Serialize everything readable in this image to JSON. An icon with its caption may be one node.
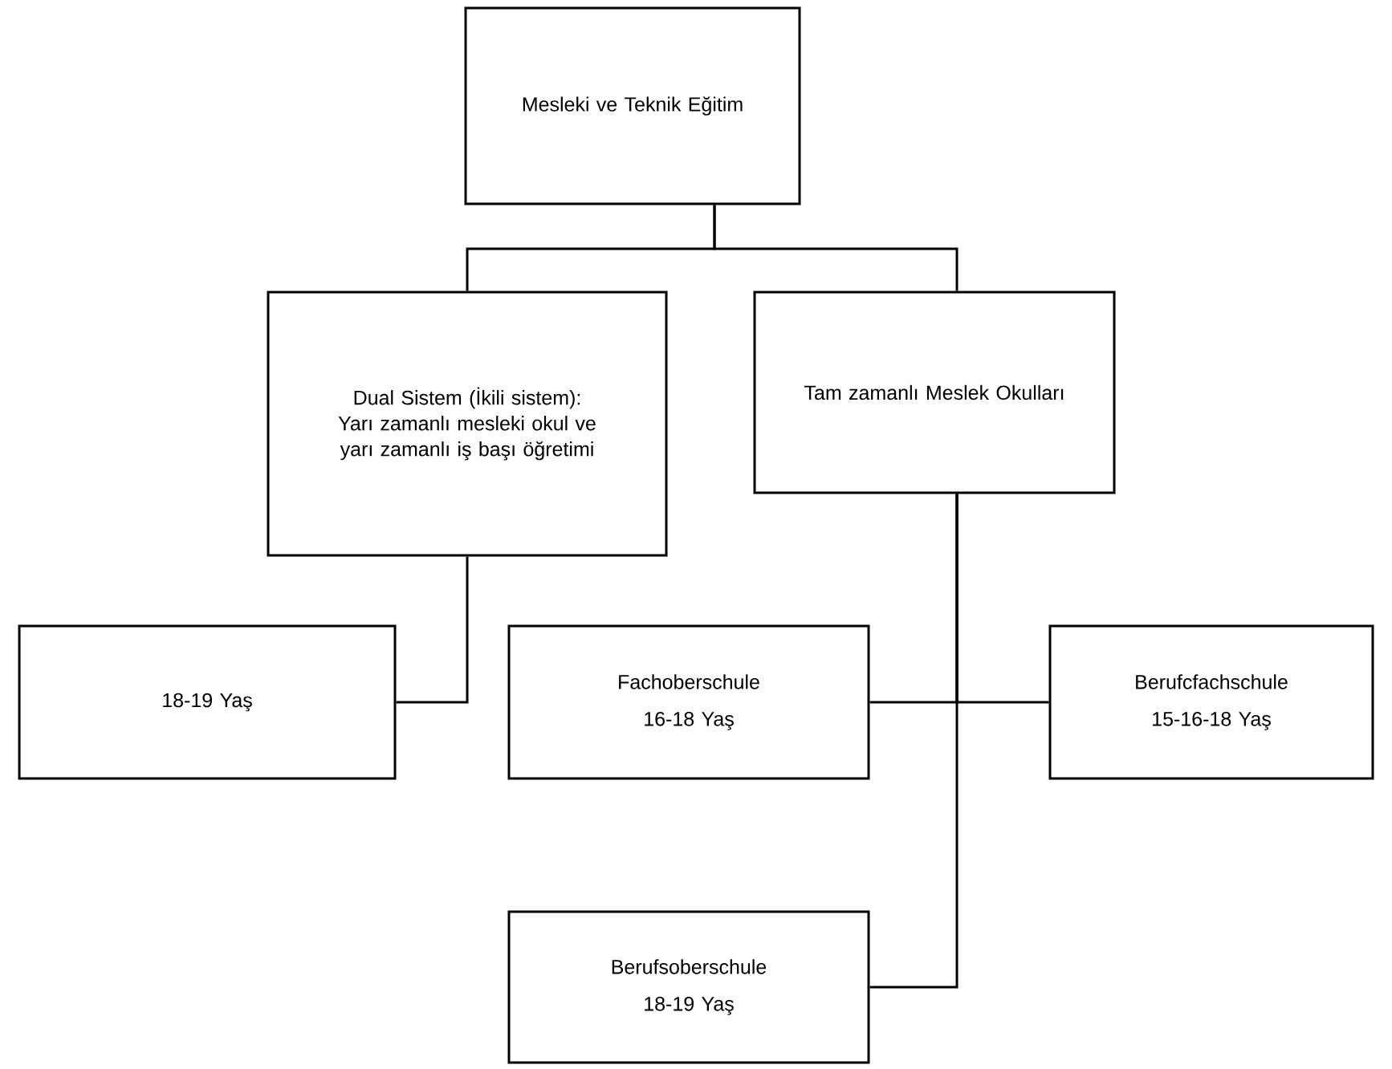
{
  "diagram": {
    "nodes": [
      {
        "text": [
          "Mesleki ve Teknik Eğitim"
        ]
      },
      {
        "text": [
          "Dual Sistem (İkili sistem): Yarı zamanlı mesleki okul ve yarı zamanlı iş başı öğretimi"
        ]
      },
      {
        "text": [
          "Tam zamanlı Meslek Okulları"
        ]
      },
      {
        "text": [
          "18-19 Yaş"
        ]
      },
      {
        "text": [
          "Fachoberschule",
          "16-18 Yaş"
        ]
      },
      {
        "text": [
          "Berufcfachschule",
          "15-16-18 Yaş"
        ]
      },
      {
        "text": [
          "Berufsoberschule",
          "18-19 Yaş"
        ]
      }
    ],
    "edges": [
      {
        "from": 0,
        "to": 1,
        "arrow": "none"
      },
      {
        "from": 0,
        "to": 2,
        "arrow": "none"
      },
      {
        "from": 1,
        "to": 3,
        "arrow": "none"
      },
      {
        "from": 2,
        "to": 4,
        "arrow": "none"
      },
      {
        "from": 2,
        "to": 5,
        "arrow": "none"
      },
      {
        "from": 2,
        "to": 6,
        "arrow": "none"
      }
    ]
  }
}
